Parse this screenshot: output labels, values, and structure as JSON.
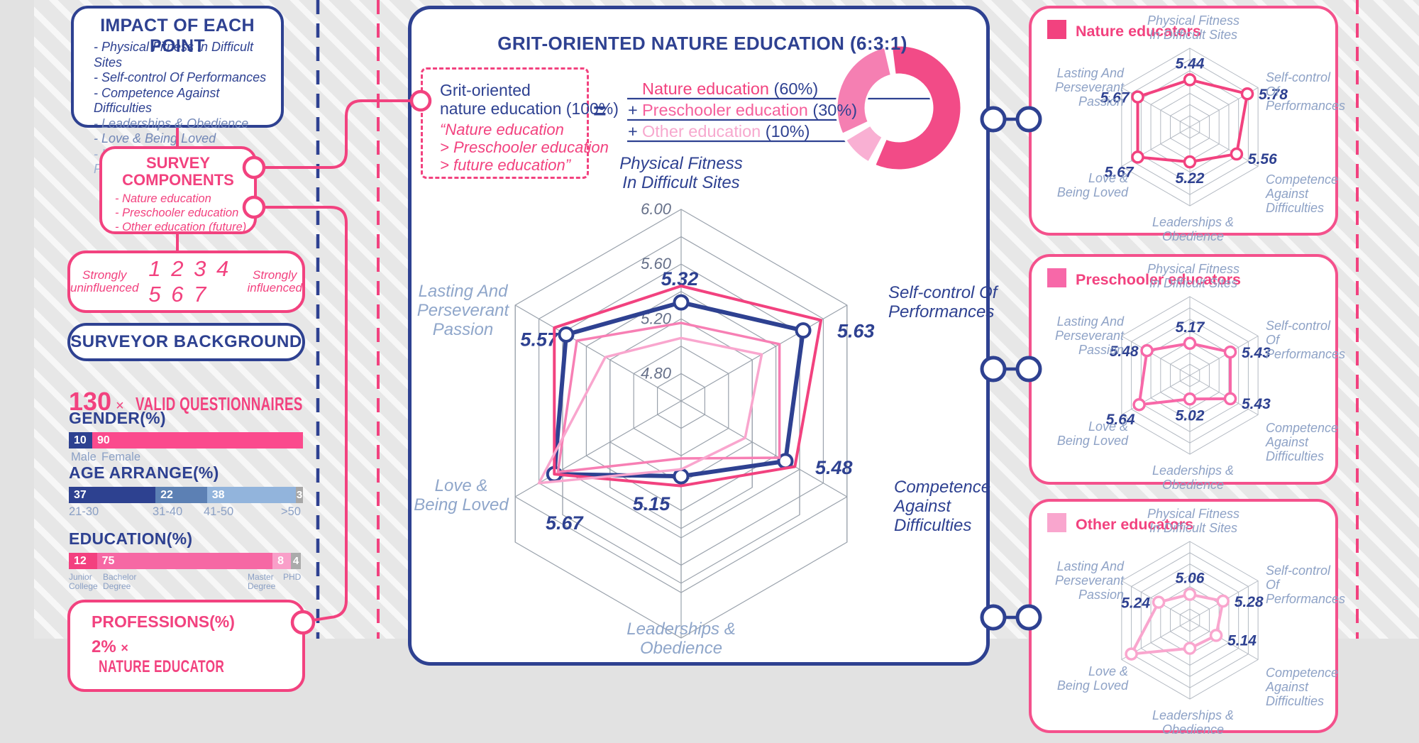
{
  "colors": {
    "navy": "#2e4191",
    "deep_pink": "#f2427f",
    "mid_pink": "#f57fb2",
    "light_pink": "#f9b0d3",
    "blue_mid": "#7287b7",
    "blue_light": "#9db0d2",
    "gray_blue": "#8ba0c5",
    "grid": "#9aa2ac"
  },
  "left_column": {
    "impact": {
      "title": "IMPACT OF EACH POINT",
      "items": [
        {
          "text": "- Physical Fitness In Difficult Sites",
          "tone": "navy"
        },
        {
          "text": "- Self-control Of Performances",
          "tone": "navy"
        },
        {
          "text": "- Competence Against Difficulties",
          "tone": "navy"
        },
        {
          "text": "- Leaderships & Obedience",
          "tone": "mid"
        },
        {
          "text": "- Love & Being Loved",
          "tone": "mid"
        },
        {
          "text": "- Lasting AndPerseverant Passion",
          "tone": "light"
        }
      ]
    },
    "survey": {
      "title_lines": [
        "SURVEY",
        "COMPONENTS"
      ],
      "items": [
        "- Nature education",
        "- Preschooler education",
        "- Other education (future)"
      ]
    },
    "scale": {
      "left_label_lines": [
        "Strongly",
        "uninfluenced"
      ],
      "numbers": "1 2 3 4 5 6 7",
      "right_label_lines": [
        "Strongly",
        "influenced"
      ]
    },
    "surveyor_title": "SURVEYOR BACKGROUND",
    "valid": {
      "count": "130",
      "multiplier": "×",
      "label": "VALID QUESTIONNAIRES"
    },
    "bars": [
      {
        "id": "gender",
        "title": "GENDER(%)",
        "segments": [
          {
            "value": 10,
            "color": "#2d4190"
          },
          {
            "value": 90,
            "color": "#fb4a8d"
          }
        ],
        "ticks": [
          {
            "lines": [
              "Male"
            ],
            "x": 3
          },
          {
            "lines": [
              "Female"
            ],
            "x": 46
          }
        ]
      },
      {
        "id": "age",
        "title": "AGE ARRANGE(%)",
        "segments": [
          {
            "value": 37,
            "color": "#2d4190"
          },
          {
            "value": 22,
            "color": "#5c80b4"
          },
          {
            "value": 38,
            "color": "#92b4dc"
          },
          {
            "value": 3,
            "color": "#a7a7a7"
          }
        ],
        "ticks": [
          {
            "lines": [
              "21-30"
            ],
            "x": 0
          },
          {
            "lines": [
              "31-40"
            ],
            "x": 118
          },
          {
            "lines": [
              "41-50"
            ],
            "x": 190
          },
          {
            "lines": [
              ">50"
            ],
            "x": 299
          }
        ]
      },
      {
        "id": "education",
        "title": "EDUCATION(%)",
        "segments": [
          {
            "value": 12,
            "color": "#f3407f"
          },
          {
            "value": 75,
            "color": "#f668a4"
          },
          {
            "value": 8,
            "color": "#f99fc9"
          },
          {
            "value": 4,
            "color": "#ababab"
          }
        ],
        "ticks": [
          {
            "lines": [
              "Junior",
              "College"
            ],
            "x": 0,
            "small": true
          },
          {
            "lines": [
              "Bachelor",
              "Degree"
            ],
            "x": 48,
            "small": true
          },
          {
            "lines": [
              "Master",
              "Degree"
            ],
            "x": 252,
            "small": true
          },
          {
            "lines": [
              "PHD"
            ],
            "x": 302,
            "small": true
          }
        ]
      }
    ],
    "professions": {
      "title": "PROFESSIONS(%)",
      "row_value": "2%",
      "row_multiplier": "×",
      "row_label": "NATURE EDUCATOR"
    }
  },
  "center": {
    "title": "GRIT-ORIENTED NATURE EDUCATION (6:3:1)",
    "grit_label_lines": [
      "Grit-oriented",
      "nature education (100%)"
    ],
    "quote_lines": [
      "“Nature education",
      "> Preschooler education",
      "> future education”"
    ],
    "equals": "=",
    "formula_rows": [
      {
        "prefix": "",
        "name": "Nature education",
        "pct": "(60%)",
        "name_color": "#f2427f"
      },
      {
        "prefix": "+",
        "name": "Preschooler education",
        "pct": "(30%)",
        "name_color": "#f55f9b"
      },
      {
        "prefix": "+",
        "name": "Other education",
        "pct": "(10%)",
        "name_color": "#f7a8ce"
      }
    ]
  },
  "radar_axes": {
    "pf": [
      "Physical Fitness",
      "In Difficult Sites"
    ],
    "sc": [
      "Self-control Of",
      "Performances"
    ],
    "ca": [
      "Competence",
      "Against",
      "Difficulties"
    ],
    "lo": [
      "Leaderships &",
      "Obedience"
    ],
    "lb": [
      "Love &",
      "Being Loved"
    ],
    "lp": [
      "Lasting And",
      "Perseverant",
      "Passion"
    ]
  },
  "ring_labels": [
    "6.00",
    "5.60",
    "5.20",
    "4.80"
  ],
  "chart_data": [
    {
      "type": "pie",
      "subtype": "donut",
      "title": "Grit-oriented nature education (100%)",
      "categories": [
        "Nature education",
        "Preschooler education",
        "Other education"
      ],
      "values": [
        60,
        30,
        10
      ],
      "colors": [
        "#f24b87",
        "#f57fb2",
        "#f9b0d3"
      ],
      "legend_position": "left"
    },
    {
      "type": "radar",
      "title": "GRIT-ORIENTED NATURE EDUCATION (6:3:1)",
      "axes": [
        "Physical Fitness In Difficult Sites",
        "Self-control Of Performances",
        "Competence Against Difficulties",
        "Leaderships & Obedience",
        "Love & Being Loved",
        "Lasting And Perseverant Passion"
      ],
      "rings": [
        6.0,
        5.6,
        5.2,
        4.8
      ],
      "scale": {
        "min": 4.6,
        "max": 6.0
      },
      "series": [
        {
          "name": "Grit-oriented nature education (overall)",
          "color": "#2e4191",
          "width": 6,
          "values": [
            5.32,
            5.63,
            5.48,
            5.15,
            5.67,
            5.57
          ],
          "labeled": true,
          "markers": true
        },
        {
          "name": "Nature educators",
          "color": "#f2427f",
          "width": 4,
          "values": [
            5.44,
            5.78,
            5.56,
            5.22,
            5.67,
            5.67
          ]
        },
        {
          "name": "Preschooler educators",
          "color": "#f77fb4",
          "width": 3.5,
          "values": [
            5.17,
            5.43,
            5.43,
            5.02,
            5.64,
            5.48
          ]
        },
        {
          "name": "Other educators",
          "color": "#f9a6ce",
          "width": 3.5,
          "values": [
            5.06,
            5.28,
            5.14,
            5.1,
            5.8,
            5.24
          ],
          "estimated_indices": [
            3,
            4
          ]
        }
      ]
    },
    {
      "type": "radar",
      "title": "Nature educators",
      "color": "#f2427f",
      "values": [
        5.44,
        5.78,
        5.56,
        5.22,
        5.67,
        5.67
      ],
      "scale": {
        "min": 4.6,
        "max": 6.0
      }
    },
    {
      "type": "radar",
      "title": "Preschooler educators",
      "color": "#f768a8",
      "values": [
        5.17,
        5.43,
        5.43,
        5.02,
        5.64,
        5.48
      ],
      "scale": {
        "min": 4.6,
        "max": 6.0
      }
    },
    {
      "type": "radar",
      "title": "Other educators",
      "color": "#f9a6ce",
      "values": [
        5.06,
        5.28,
        5.14,
        5.1,
        5.8,
        5.24
      ],
      "estimated_indices": [
        3,
        4
      ],
      "scale": {
        "min": 4.6,
        "max": 6.0
      }
    }
  ],
  "cards": [
    {
      "legend": "Nature educators",
      "chart": 2
    },
    {
      "legend": "Preschooler educators",
      "chart": 3
    },
    {
      "legend": "Other educators",
      "chart": 4
    }
  ]
}
